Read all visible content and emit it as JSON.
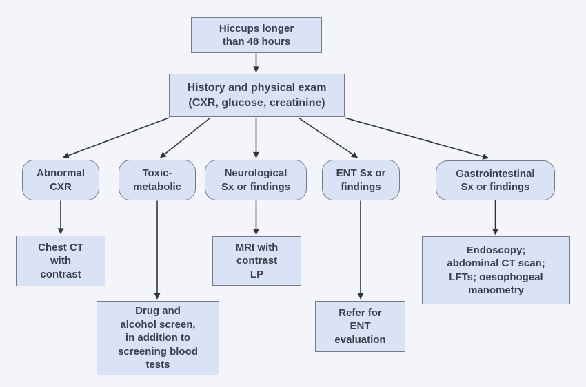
{
  "colors": {
    "background": "#f4f5fa",
    "node_fill": "#dae2f5",
    "node_border": "#737a89",
    "text": "#3b414c",
    "arrow": "#2f3540"
  },
  "nodes": {
    "hiccups": {
      "label": "Hiccups longer\nthan 48 hours"
    },
    "history": {
      "label": "History and physical exam\n(CXR, glucose, creatinine)"
    },
    "abnormal_cxr": {
      "label": "Abnormal\nCXR"
    },
    "toxic_metabolic": {
      "label": "Toxic-\nmetabolic"
    },
    "neurological": {
      "label": "Neurological\nSx or findings"
    },
    "ent": {
      "label": "ENT Sx or\nfindings"
    },
    "gastrointestinal": {
      "label": "Gastrointestinal\nSx or findings"
    },
    "chest_ct": {
      "label": "Chest CT\nwith\ncontrast"
    },
    "drug_screen": {
      "label": "Drug and\nalcohol screen,\nin addition to\nscreening blood\ntests"
    },
    "mri": {
      "label": "MRI with\ncontrast\nLP"
    },
    "refer_ent": {
      "label": "Refer for\nENT\nevaluation"
    },
    "endoscopy": {
      "label": "Endoscopy;\nabdominal CT scan;\nLFTs; oesophogeal\nmanometry"
    }
  }
}
